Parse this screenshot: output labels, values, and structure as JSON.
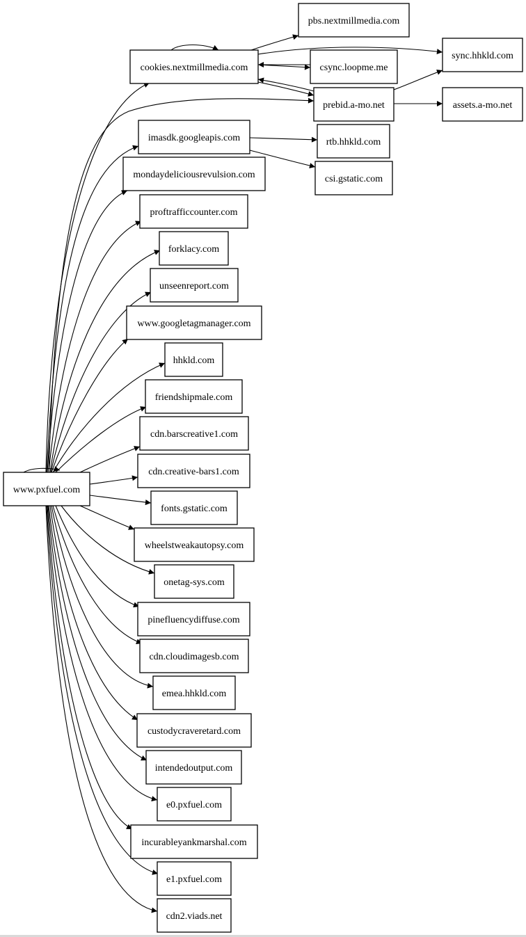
{
  "diagram": {
    "type": "directed-graph",
    "nodes": [
      {
        "id": "pxfuel",
        "label": "www.pxfuel.com"
      },
      {
        "id": "cookies",
        "label": "cookies.nextmillmedia.com"
      },
      {
        "id": "pbs",
        "label": "pbs.nextmillmedia.com"
      },
      {
        "id": "csync",
        "label": "csync.loopme.me"
      },
      {
        "id": "prebid",
        "label": "prebid.a-mo.net"
      },
      {
        "id": "synchhkld",
        "label": "sync.hhkld.com"
      },
      {
        "id": "assets",
        "label": "assets.a-mo.net"
      },
      {
        "id": "imasdk",
        "label": "imasdk.googleapis.com"
      },
      {
        "id": "rtb",
        "label": "rtb.hhkld.com"
      },
      {
        "id": "csi",
        "label": "csi.gstatic.com"
      },
      {
        "id": "monday",
        "label": "mondaydeliciousrevulsion.com"
      },
      {
        "id": "proftraffic",
        "label": "proftrafficcounter.com"
      },
      {
        "id": "forklacy",
        "label": "forklacy.com"
      },
      {
        "id": "unseen",
        "label": "unseenreport.com"
      },
      {
        "id": "gtm",
        "label": "www.googletagmanager.com"
      },
      {
        "id": "hhkld",
        "label": "hhkld.com"
      },
      {
        "id": "friendship",
        "label": "friendshipmale.com"
      },
      {
        "id": "barscreative",
        "label": "cdn.barscreative1.com"
      },
      {
        "id": "creativebars",
        "label": "cdn.creative-bars1.com"
      },
      {
        "id": "fonts",
        "label": "fonts.gstatic.com"
      },
      {
        "id": "wheels",
        "label": "wheelstweakautopsy.com"
      },
      {
        "id": "onetag",
        "label": "onetag-sys.com"
      },
      {
        "id": "pinefluency",
        "label": "pinefluencydiffuse.com"
      },
      {
        "id": "cloudimages",
        "label": "cdn.cloudimagesb.com"
      },
      {
        "id": "emea",
        "label": "emea.hhkld.com"
      },
      {
        "id": "custody",
        "label": "custodycraveretard.com"
      },
      {
        "id": "intended",
        "label": "intendedoutput.com"
      },
      {
        "id": "e0",
        "label": "e0.pxfuel.com"
      },
      {
        "id": "incurable",
        "label": "incurableyankmarshal.com"
      },
      {
        "id": "e1",
        "label": "e1.pxfuel.com"
      },
      {
        "id": "viads",
        "label": "cdn2.viads.net"
      }
    ],
    "edges": [
      [
        "pxfuel",
        "pxfuel"
      ],
      [
        "pxfuel",
        "cookies"
      ],
      [
        "pxfuel",
        "prebid"
      ],
      [
        "pxfuel",
        "imasdk"
      ],
      [
        "pxfuel",
        "monday"
      ],
      [
        "pxfuel",
        "proftraffic"
      ],
      [
        "pxfuel",
        "forklacy"
      ],
      [
        "pxfuel",
        "unseen"
      ],
      [
        "pxfuel",
        "gtm"
      ],
      [
        "pxfuel",
        "hhkld"
      ],
      [
        "pxfuel",
        "friendship"
      ],
      [
        "pxfuel",
        "barscreative"
      ],
      [
        "pxfuel",
        "creativebars"
      ],
      [
        "pxfuel",
        "fonts"
      ],
      [
        "pxfuel",
        "wheels"
      ],
      [
        "pxfuel",
        "onetag"
      ],
      [
        "pxfuel",
        "pinefluency"
      ],
      [
        "pxfuel",
        "cloudimages"
      ],
      [
        "pxfuel",
        "emea"
      ],
      [
        "pxfuel",
        "custody"
      ],
      [
        "pxfuel",
        "intended"
      ],
      [
        "pxfuel",
        "e0"
      ],
      [
        "pxfuel",
        "incurable"
      ],
      [
        "pxfuel",
        "e1"
      ],
      [
        "pxfuel",
        "viads"
      ],
      [
        "cookies",
        "cookies"
      ],
      [
        "cookies",
        "pbs"
      ],
      [
        "cookies",
        "synchhkld"
      ],
      [
        "cookies",
        "csync"
      ],
      [
        "csync",
        "cookies"
      ],
      [
        "cookies",
        "prebid"
      ],
      [
        "prebid",
        "cookies"
      ],
      [
        "prebid",
        "synchhkld"
      ],
      [
        "prebid",
        "assets"
      ],
      [
        "imasdk",
        "rtb"
      ],
      [
        "imasdk",
        "csi"
      ]
    ]
  }
}
